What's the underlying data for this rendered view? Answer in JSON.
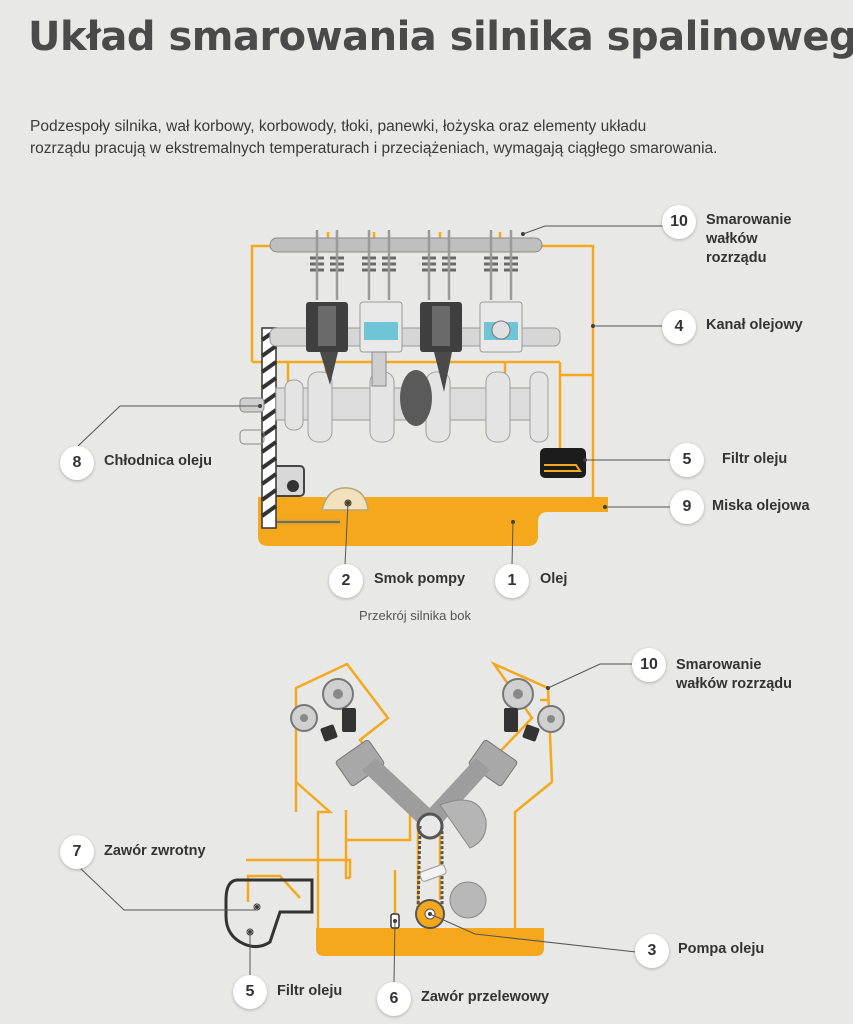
{
  "title": "Układ smarowania silnika spalinowego",
  "intro": {
    "line1": "Podzespoły silnika, wał korbowy, korbowody, tłoki, panewki, łożyska oraz elementy układu",
    "line2": "rozrządu pracują w ekstremalnych temperaturach i przeciążeniach, wymagają ciągłego smarowania."
  },
  "caption": "Przekrój silnika bok",
  "colors": {
    "oil": "#f5a81c",
    "background": "#e8e8e6",
    "metal": "#cfcfcf",
    "dark": "#3f3f3f",
    "accent": "#6fc4d6"
  },
  "top_labels": {
    "l10": {
      "num": "10",
      "line1": "Smarowanie",
      "line2": "wałków",
      "line3": "rozrządu"
    },
    "l4": {
      "num": "4",
      "text": "Kanał olejowy"
    },
    "l8": {
      "num": "8",
      "text": "Chłodnica oleju"
    },
    "l5": {
      "num": "5",
      "text": "Filtr oleju"
    },
    "l9": {
      "num": "9",
      "text": "Miska olejowa"
    },
    "l2": {
      "num": "2",
      "text": "Smok pompy"
    },
    "l1": {
      "num": "1",
      "text": "Olej"
    }
  },
  "bottom_labels": {
    "l10": {
      "num": "10",
      "line1": "Smarowanie",
      "line2": "wałków rozrządu"
    },
    "l7": {
      "num": "7",
      "text": "Zawór zwrotny"
    },
    "l3": {
      "num": "3",
      "text": "Pompa oleju"
    },
    "l5": {
      "num": "5",
      "text": "Filtr oleju"
    },
    "l6": {
      "num": "6",
      "text": "Zawór przelewowy"
    }
  }
}
